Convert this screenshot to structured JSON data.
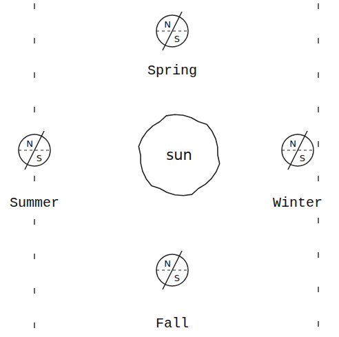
{
  "diagram": {
    "nodes": [
      {
        "text": [
          "N",
          "S",
          "Spring"
        ]
      },
      {
        "text": [
          "N",
          "S",
          "Summer"
        ]
      },
      {
        "text": [
          "sun"
        ]
      },
      {
        "text": [
          "N",
          "S",
          "Winter"
        ]
      },
      {
        "text": [
          "N",
          "S",
          "Fall"
        ]
      }
    ]
  }
}
